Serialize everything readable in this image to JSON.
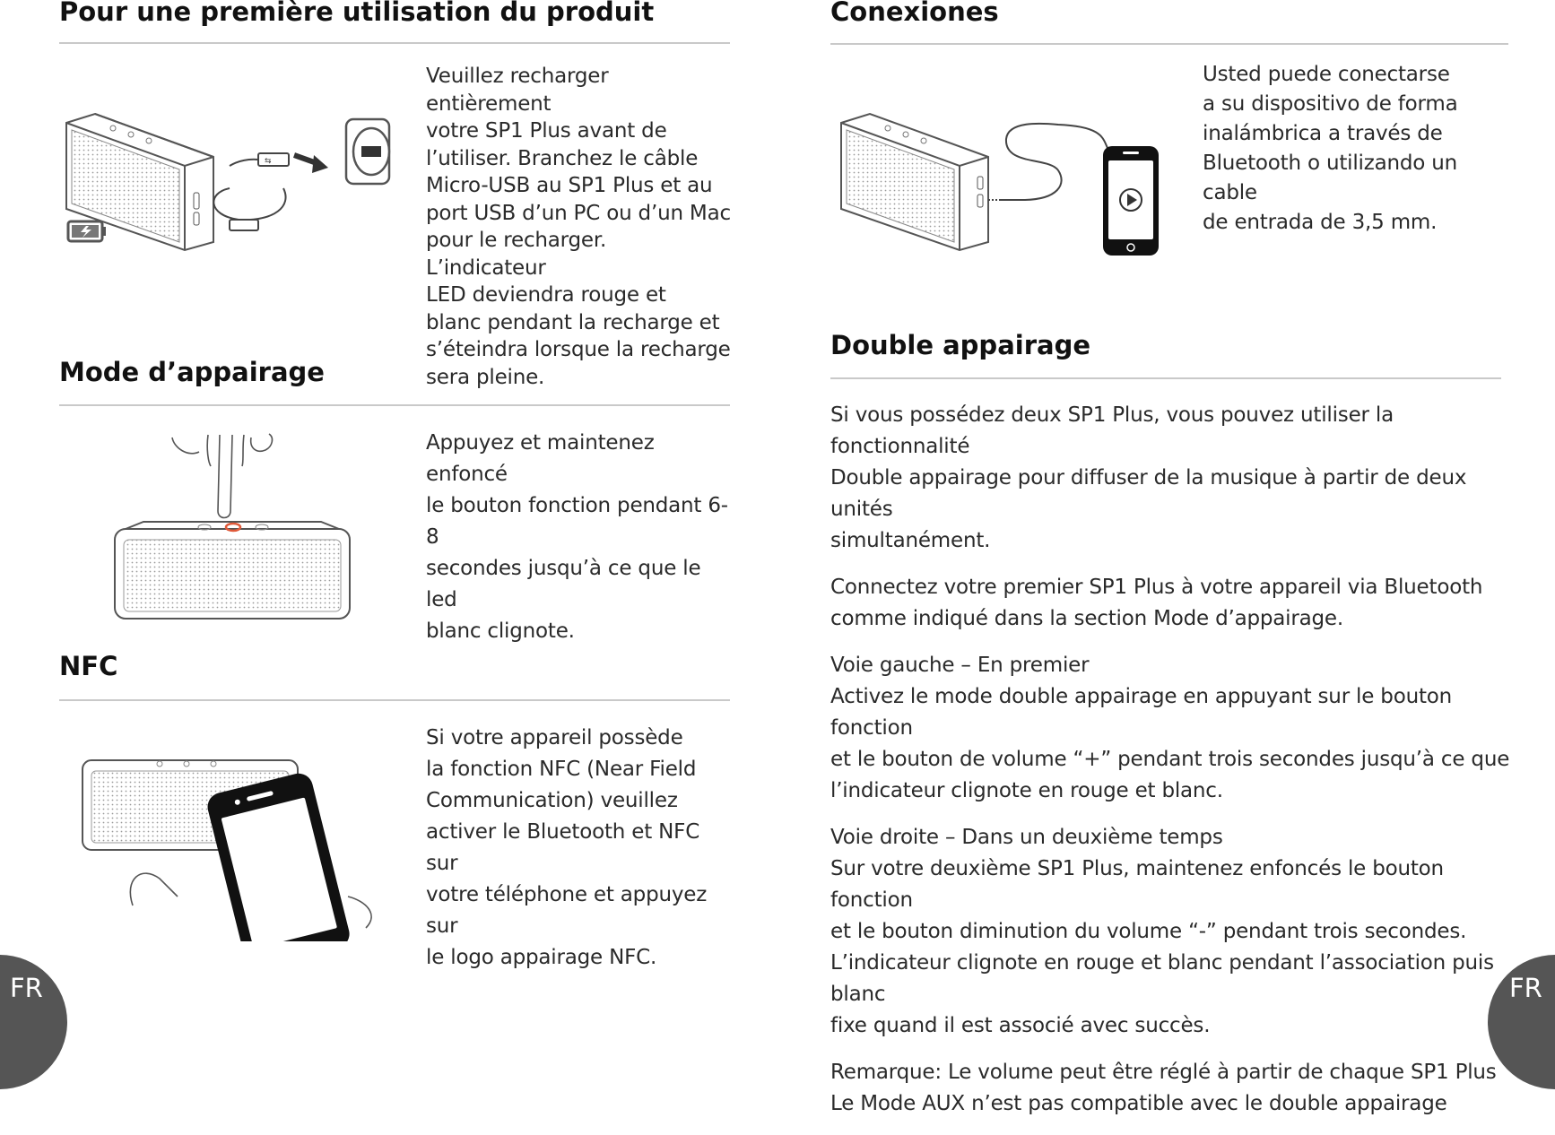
{
  "left": {
    "section1": {
      "title": "Pour une première utilisation du produit",
      "text": "Veuillez recharger entièrement\nvotre SP1 Plus avant de\nl’utiliser. Branchez le câble\nMicro-USB au SP1 Plus et au\nport USB d’un PC ou d’un Mac\npour le recharger. L’indicateur\nLED deviendra rouge et\nblanc pendant la recharge et\ns’éteindra lorsque la recharge\nsera pleine."
    },
    "section2": {
      "title": "Mode d’appairage",
      "text": "Appuyez et maintenez enfoncé\nle bouton fonction pendant 6-8\nsecondes jusqu’à ce que le led\nblanc clignote."
    },
    "section3": {
      "title": "NFC",
      "text": "Si votre appareil possède\nla fonction NFC (Near Field\nCommunication) veuillez\nactiver le Bluetooth et NFC sur\nvotre téléphone et appuyez sur\nle logo appairage NFC."
    }
  },
  "right": {
    "section1": {
      "title": "Conexiones",
      "text": "Usted puede conectarse\na su dispositivo de forma\ninalámbrica a través de\nBluetooth o utilizando un cable\nde entrada de 3,5 mm."
    },
    "section2": {
      "title": "Double appairage",
      "paragraphs": [
        "Si vous possédez deux SP1 Plus, vous pouvez utiliser la fonctionnalité\nDouble appairage pour diffuser de la musique à partir de deux unités\nsimultanément.",
        "Connectez votre premier SP1 Plus à votre appareil via Bluetooth\ncomme indiqué dans la section Mode d’appairage.",
        "Voie gauche – En premier\nActivez le mode double appairage en appuyant sur le bouton fonction\net le bouton de volume “+” pendant trois secondes jusqu’à ce que\nl’indicateur clignote en rouge et blanc.",
        "Voie droite – Dans un deuxième temps\nSur votre deuxième SP1 Plus, maintenez enfoncés le bouton fonction\net le bouton diminution du volume “-”  pendant trois secondes.\nL’indicateur clignote en rouge et blanc pendant l’association puis blanc\nfixe quand il est associé avec succès.",
        "Remarque:  Le volume peut être réglé à partir de chaque SP1 Plus\nLe Mode AUX n’est pas compatible avec le double appairage"
      ]
    }
  },
  "page_labels": {
    "left": "FR",
    "right": "FR"
  },
  "icons": [
    "speaker-usb-charging-illustration",
    "finger-pressing-button-illustration",
    "phone-nfc-tap-illustration",
    "speaker-aux-phone-illustration",
    "battery-charging-icon",
    "play-icon"
  ],
  "colors": {
    "led_accent": "#e05a3a",
    "badge": "#555555",
    "rule": "#c9c9c9"
  }
}
